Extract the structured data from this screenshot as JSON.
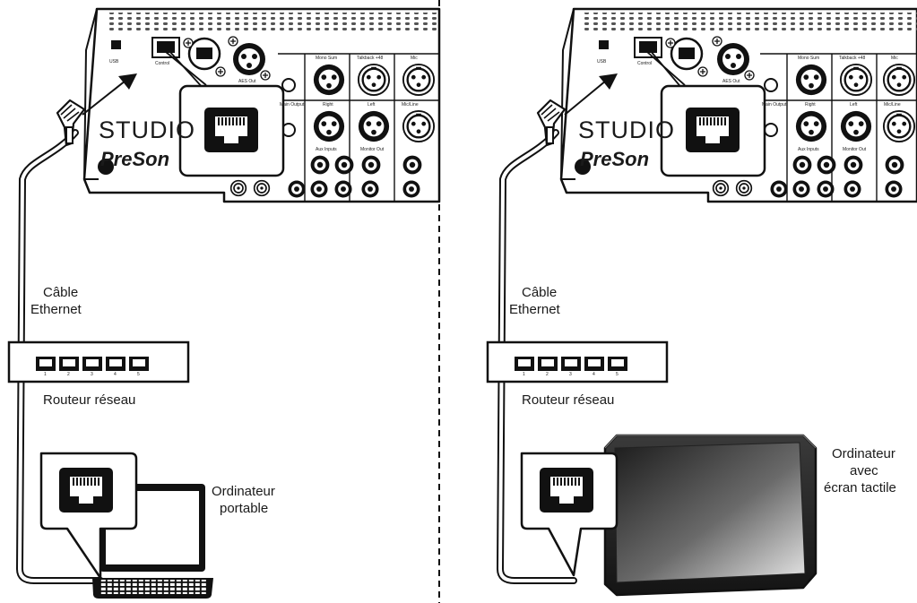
{
  "brand": {
    "studio": "STUDIO",
    "presonus": "PreSon"
  },
  "panel_labels": {
    "usb": "USB",
    "control": "Control",
    "aes_out": "AES Out",
    "mono_sum": "Mono Sum",
    "talkback": "Talkback +48",
    "mic": "Mic",
    "main_output": "Main Output",
    "right": "Right",
    "left": "Left",
    "mic_line": "Mic/Line",
    "monitor_out": "Monitor Out",
    "aux_inputs": "Aux Inputs"
  },
  "router_port_labels": [
    "1",
    "2",
    "3",
    "4",
    "5"
  ],
  "left_diagram": {
    "cable_label_line1": "Câble",
    "cable_label_line2": "Ethernet",
    "router_label": "Routeur réseau",
    "device_label_line1": "Ordinateur",
    "device_label_line2": "portable"
  },
  "right_diagram": {
    "cable_label_line1": "Câble",
    "cable_label_line2": "Ethernet",
    "router_label": "Routeur réseau",
    "device_label_line1": "Ordinateur",
    "device_label_line2": "avec",
    "device_label_line3": "écran tactile"
  }
}
